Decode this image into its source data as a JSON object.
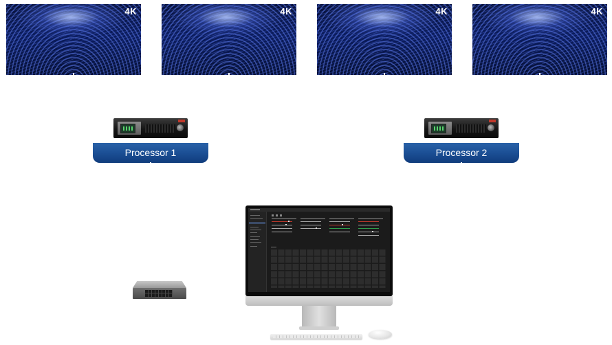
{
  "screens": [
    {
      "resolution": "4K"
    },
    {
      "resolution": "4K"
    },
    {
      "resolution": "4K"
    },
    {
      "resolution": "4K"
    }
  ],
  "processors": [
    {
      "label": "Processor 1"
    },
    {
      "label": "Processor 2"
    }
  ],
  "colors": {
    "label_blue": "#1a4d93",
    "screen_dark": "#0b1c5e"
  }
}
